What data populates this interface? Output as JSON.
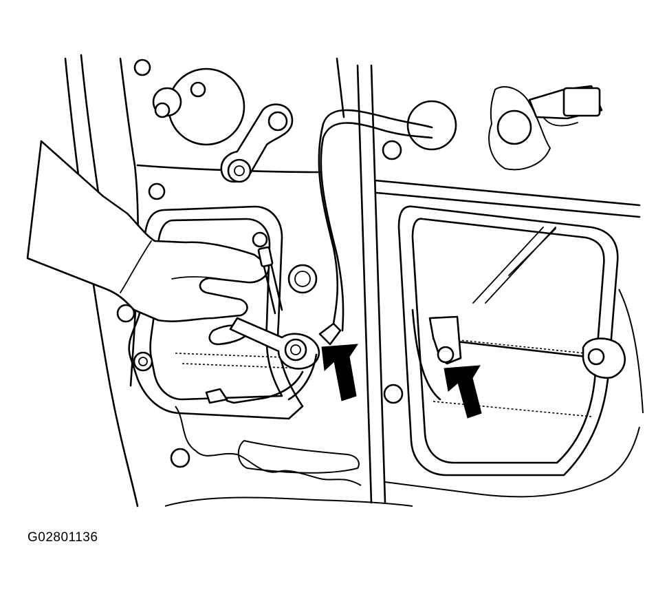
{
  "figure": {
    "code": "G02801136",
    "colors": {
      "line": "#000000",
      "background": "#ffffff"
    },
    "icons": [
      "arrow-icon-left",
      "arrow-icon-right"
    ]
  }
}
